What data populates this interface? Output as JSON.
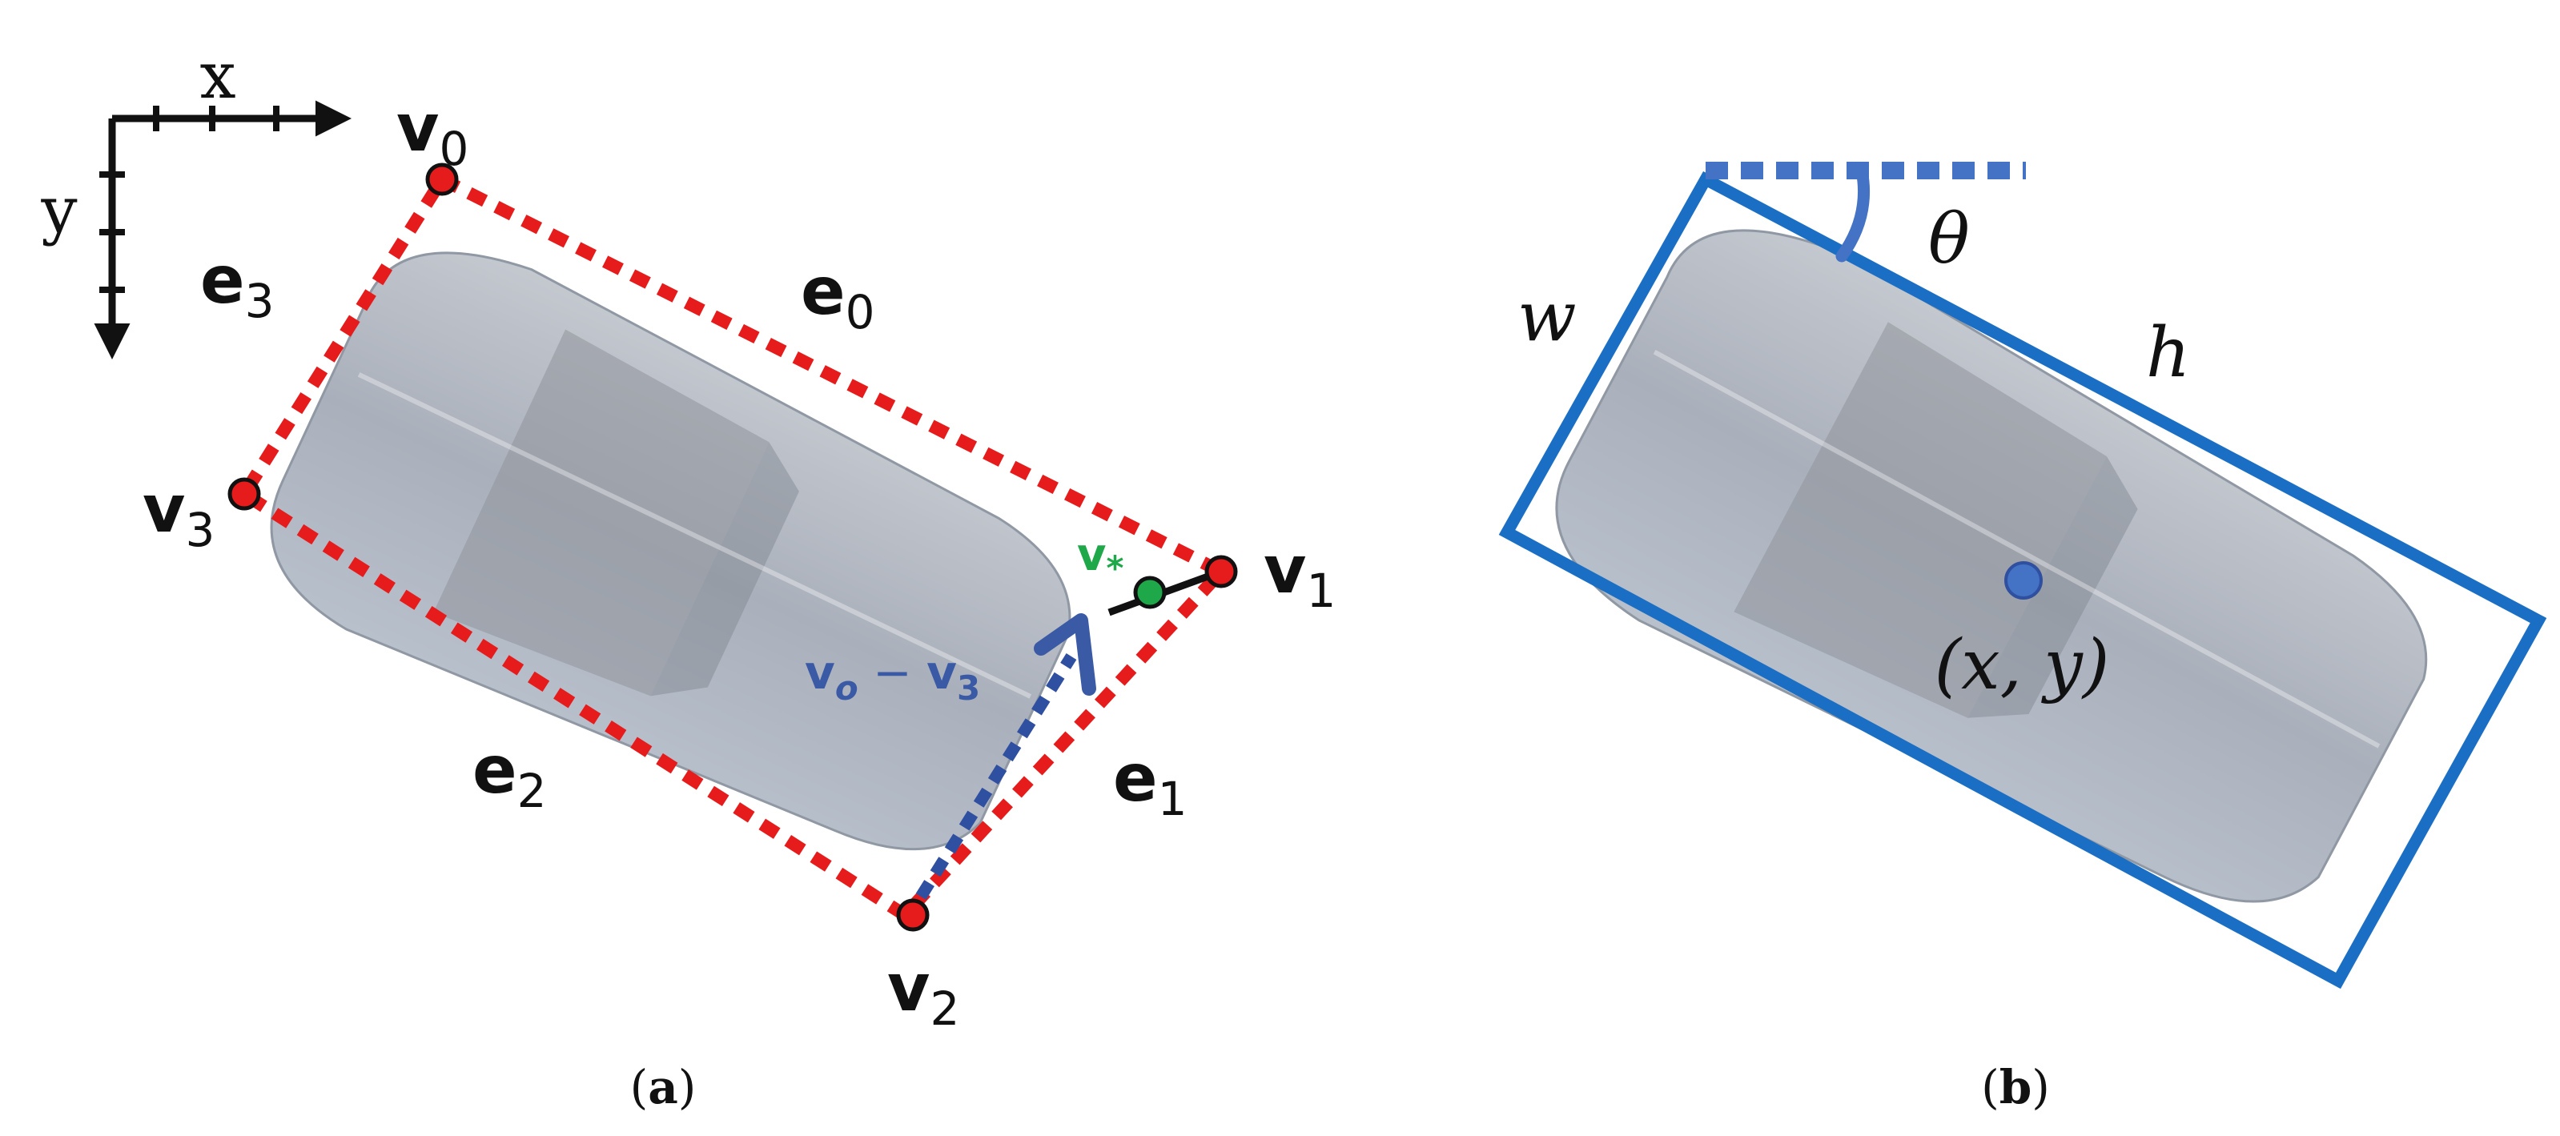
{
  "panel_a": {
    "axis_x_label": "x",
    "axis_y_label": "y",
    "vertices": [
      {
        "name": "v",
        "sub": "0"
      },
      {
        "name": "v",
        "sub": "1"
      },
      {
        "name": "v",
        "sub": "2"
      },
      {
        "name": "v",
        "sub": "3"
      }
    ],
    "edges": [
      {
        "name": "e",
        "sub": "0"
      },
      {
        "name": "e",
        "sub": "1"
      },
      {
        "name": "e",
        "sub": "2"
      },
      {
        "name": "e",
        "sub": "3"
      }
    ],
    "vstar": {
      "name": "v",
      "sub": "*"
    },
    "vector": {
      "a": "v",
      "a_sub": "o",
      "minus": " − ",
      "b": "v",
      "b_sub": "3"
    },
    "caption": {
      "open": "(",
      "letter": "a",
      "close": ")"
    }
  },
  "panel_b": {
    "w": "w",
    "h": "h",
    "theta": "θ",
    "center": "(x, y)",
    "caption": {
      "open": "(",
      "letter": "b",
      "close": ")"
    }
  },
  "colors": {
    "red": "#e61c1c",
    "blue_box": "#1a6fc4",
    "blue_vector": "#3b5aa6",
    "green": "#1fa84a",
    "angle_blue": "#4472c4",
    "car_body": "#a7adb8"
  }
}
